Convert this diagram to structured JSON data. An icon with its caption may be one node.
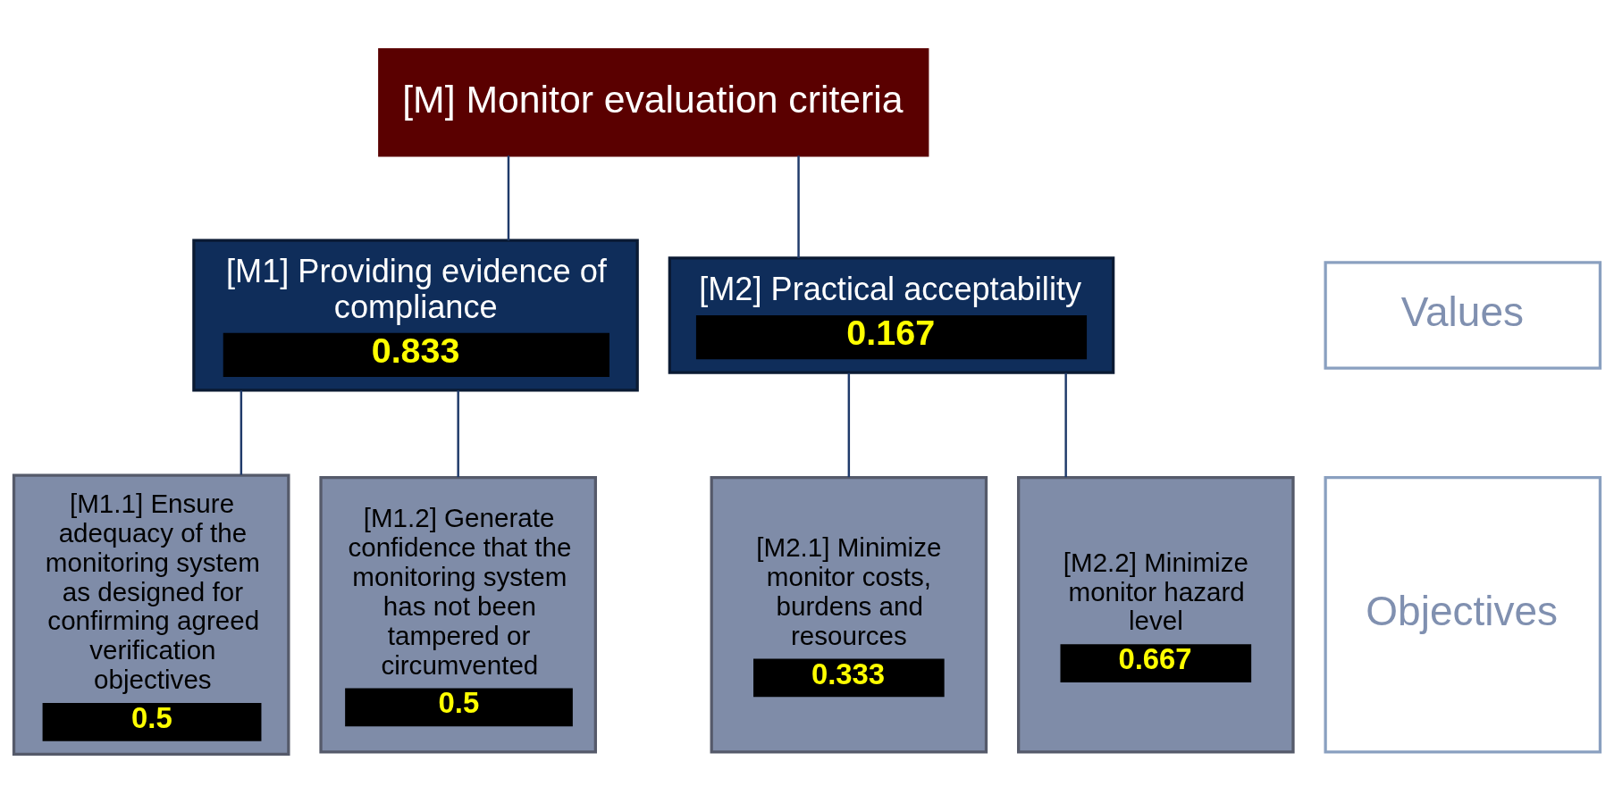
{
  "diagram": {
    "nodes": [
      {
        "text": [
          "[M] Monitor evaluation criteria"
        ]
      },
      {
        "text": [
          "[M1] Providing evidence of compliance",
          "0.833"
        ]
      },
      {
        "text": [
          "[M2] Practical acceptability",
          "0.167"
        ]
      },
      {
        "text": [
          "[M1.1] Ensure adequacy of the monitoring system as designed for confirming agreed verification objectives",
          "0.5"
        ]
      },
      {
        "text": [
          "[M1.2] Generate confidence that the monitoring system has not been tampered or circumvented",
          "0.5"
        ]
      },
      {
        "text": [
          "[M2.1] Minimize monitor costs, burdens and resources",
          "0.333"
        ]
      },
      {
        "text": [
          "[M2.2] Minimize monitor hazard level",
          "0.667"
        ]
      },
      {
        "text": [
          "Values"
        ]
      },
      {
        "text": [
          "Objectives"
        ]
      }
    ],
    "edges": [
      {
        "from": 0,
        "to": 1,
        "arrow": "none"
      },
      {
        "from": 0,
        "to": 2,
        "arrow": "none"
      },
      {
        "from": 1,
        "to": 3,
        "arrow": "none"
      },
      {
        "from": 1,
        "to": 4,
        "arrow": "none"
      },
      {
        "from": 2,
        "to": 5,
        "arrow": "none"
      },
      {
        "from": 2,
        "to": 6,
        "arrow": "none"
      }
    ]
  }
}
